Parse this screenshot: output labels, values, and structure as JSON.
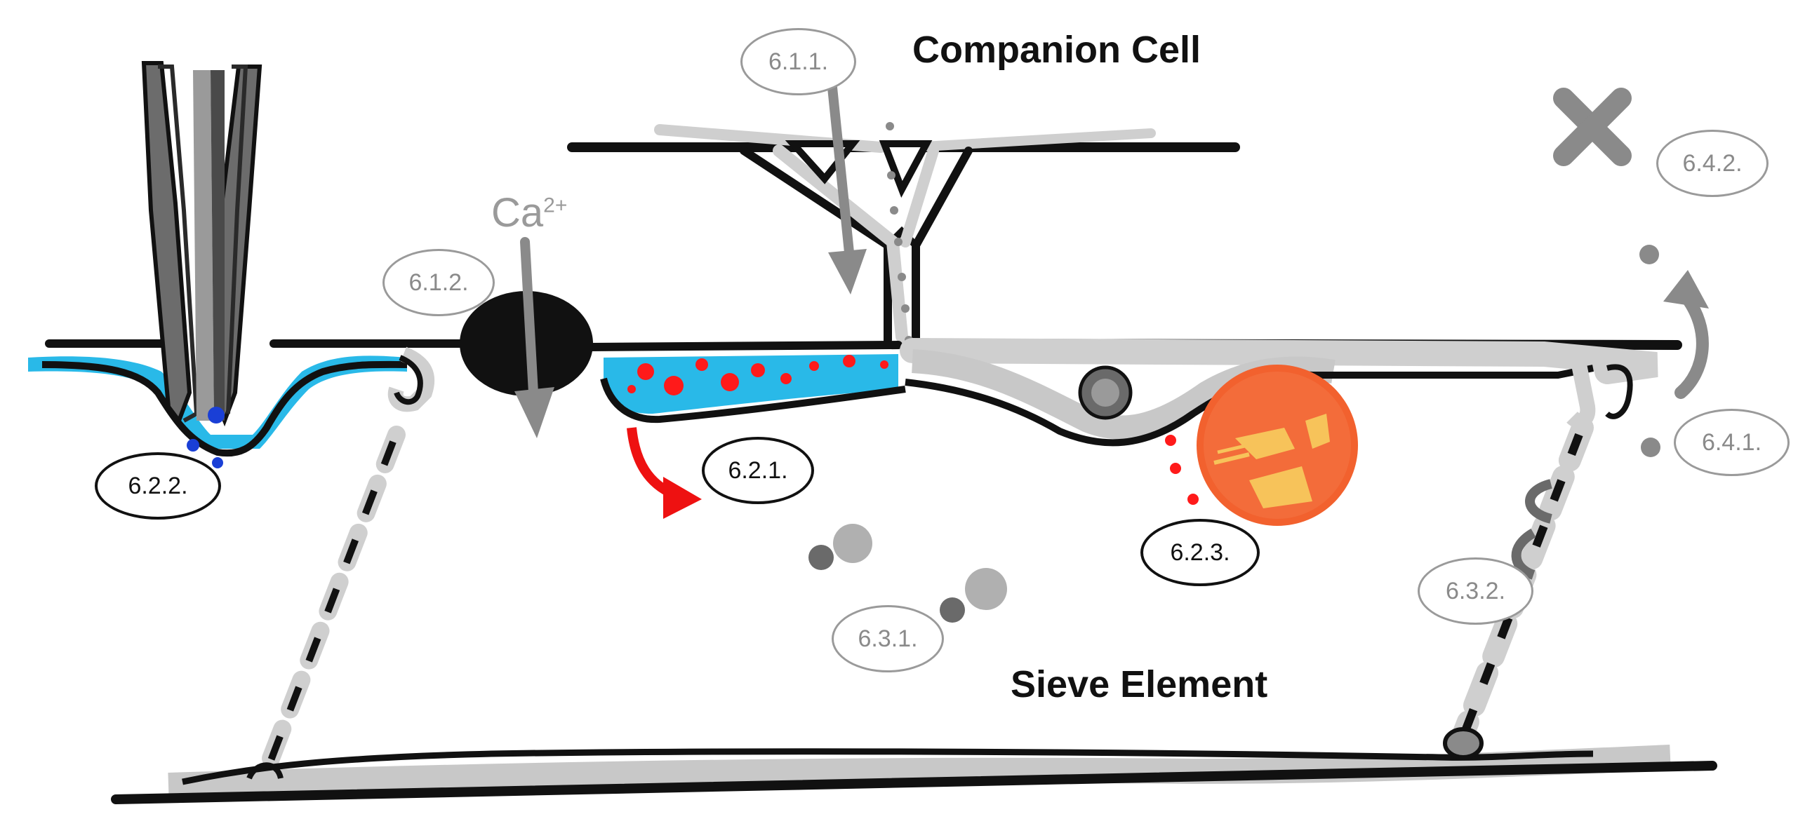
{
  "titles": {
    "companion_cell": "Companion Cell",
    "sieve_element": "Sieve Element"
  },
  "ion": {
    "symbol": "Ca",
    "charge": "2+"
  },
  "labels": {
    "l611": "6.1.1.",
    "l612": "6.1.2.",
    "l621": "6.2.1.",
    "l622": "6.2.2.",
    "l623": "6.2.3.",
    "l631": "6.3.1.",
    "l632": "6.3.2.",
    "l641": "6.4.1.",
    "l642": "6.4.2."
  },
  "colors": {
    "membrane": "#111111",
    "wall": "#c8c8c8",
    "callose_fluid": "#29b9e8",
    "protein_dots": "#ff1a1a",
    "plastid": "#f2612e",
    "plastid_inclusion": "#f7c35a",
    "grey_elements": "#8a8a8a",
    "blue_dots": "#1a3fd6"
  }
}
